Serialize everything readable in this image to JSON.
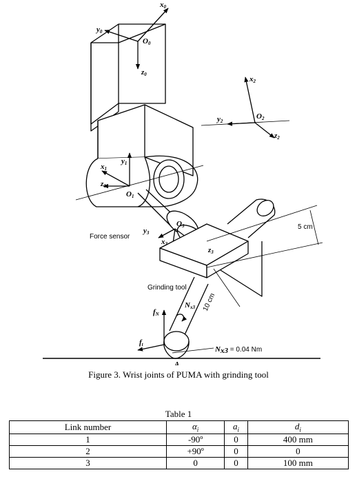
{
  "figure": {
    "labels": {
      "x0": "x",
      "x0_sub": "0",
      "y0": "y",
      "y0_sub": "0",
      "o0": "O",
      "o0_sub": "0",
      "z0": "z",
      "z0_sub": "0",
      "x2": "x",
      "x2_sub": "2",
      "y2": "y",
      "y2_sub": "2",
      "o2": "O",
      "o2_sub": "2",
      "z2": "z",
      "z2_sub": "2",
      "x1": "x",
      "x1_sub": "1",
      "y1": "y",
      "y1_sub": "1",
      "z1": "z",
      "z1_sub": "1",
      "o1": "O",
      "o1_sub": "1",
      "y3": "y",
      "y3_sub": "3",
      "o3": "O",
      "o3_sub": "3",
      "x3": "x",
      "x3_sub": "3",
      "z3": "z",
      "z3_sub": "3",
      "force_sensor": "Force sensor",
      "grinding_tool": "Grinding tool",
      "five_cm": "5 cm",
      "ten_cm": "10 cm",
      "fN": "f",
      "fN_sub": "N",
      "Nx3": "N",
      "Nx3_sub": "x3",
      "ft": "f",
      "ft_sub": "t",
      "A": "A",
      "torque_label": "N",
      "torque_label_sub": "x3",
      "torque_value": " = 0.04 Nm"
    },
    "caption": "Figure 3. Wrist joints of PUMA with grinding tool"
  },
  "table": {
    "title": "Table 1",
    "headers": {
      "link": "Link number",
      "alpha": "α",
      "alpha_sub": "i",
      "a": "a",
      "a_sub": "i",
      "d": "d",
      "d_sub": "i"
    },
    "rows": [
      {
        "link": "1",
        "alpha": "-90º",
        "a": "0",
        "d": "400 mm"
      },
      {
        "link": "2",
        "alpha": "+90º",
        "a": "0",
        "d": "0"
      },
      {
        "link": "3",
        "alpha": "0",
        "a": "0",
        "d": "100 mm"
      }
    ]
  }
}
